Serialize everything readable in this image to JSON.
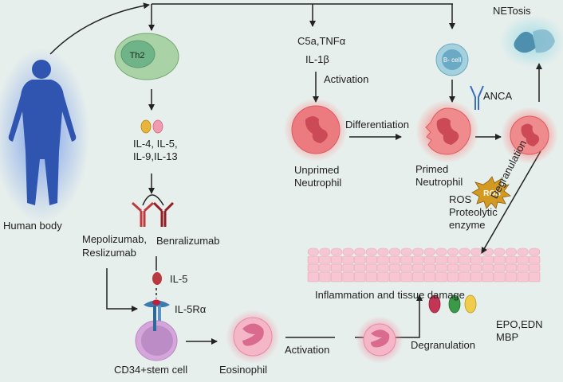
{
  "labels": {
    "human_body": "Human body",
    "th2": "Th2",
    "interleukins_line1": "IL-4, IL-5,",
    "interleukins_line2": "IL-9,IL-13",
    "mepolizumab": "Mepolizumab,",
    "reslizumab": "Reslizumab",
    "benralizumab": "Benralizumab",
    "il5": "IL-5",
    "il5ra": "IL-5Rα",
    "cd34": "CD34+stem cell",
    "eosinophil": "Eosinophil",
    "activation_eos": "Activation",
    "degranulation_eos": "Degranulation",
    "granule_proteins_line1": "EPO,EDN",
    "granule_proteins_line2": "MBP",
    "inflammation": "Inflammation and tissue damage",
    "c5a_tnf": "C5a,TNFα",
    "il1b": "IL-1β",
    "activation_neut": "Activation",
    "unprimed_line1": "Unprimed",
    "unprimed_line2": "Neutrophil",
    "differentiation": "Differentiation",
    "primed_line1": "Primed",
    "primed_line2": "Neutrophil",
    "b_cell": "B- cell",
    "anca": "ANCA",
    "ros_badge": "ROS",
    "ros_line1": "ROS",
    "ros_line2": "Proteolytic",
    "ros_line3": "enzyme",
    "degranulation_neut": "Degranulation",
    "netosis": "NETosis"
  },
  "colors": {
    "background": "#e7efec",
    "human": "#2f55b0",
    "th2_outer": "#a9d3a6",
    "th2_inner": "#6fb389",
    "neutrophil": "#e6666d",
    "eosinophil": "#ee9bb4",
    "antibody": "#b8343d",
    "b_cell": "#8fc3d6",
    "stem_cell": "#d4a6dc",
    "receptor": "#3b7bb0",
    "tissue": "#f6c6d2"
  }
}
